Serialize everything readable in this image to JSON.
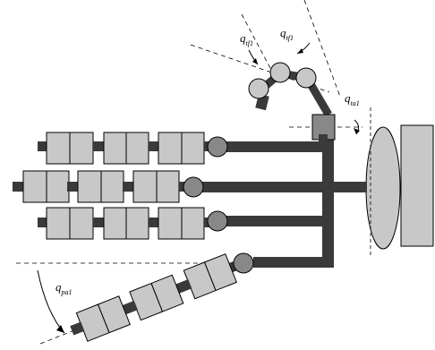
{
  "labels": {
    "q_tf1_a": {
      "base": "q",
      "sub": "tf1"
    },
    "q_tf1_b": {
      "base": "q",
      "sub": "tf1"
    },
    "q_ta1": {
      "base": "q",
      "sub": "ta1"
    },
    "q_pa1": {
      "base": "q",
      "sub": "pa1"
    }
  },
  "colors": {
    "segment_fill": "#c8c8c8",
    "joint_fill": "#888888",
    "link_dark": "#3a3a3a",
    "palm_fill": "#c8c8c8",
    "base_fill": "#888888"
  }
}
